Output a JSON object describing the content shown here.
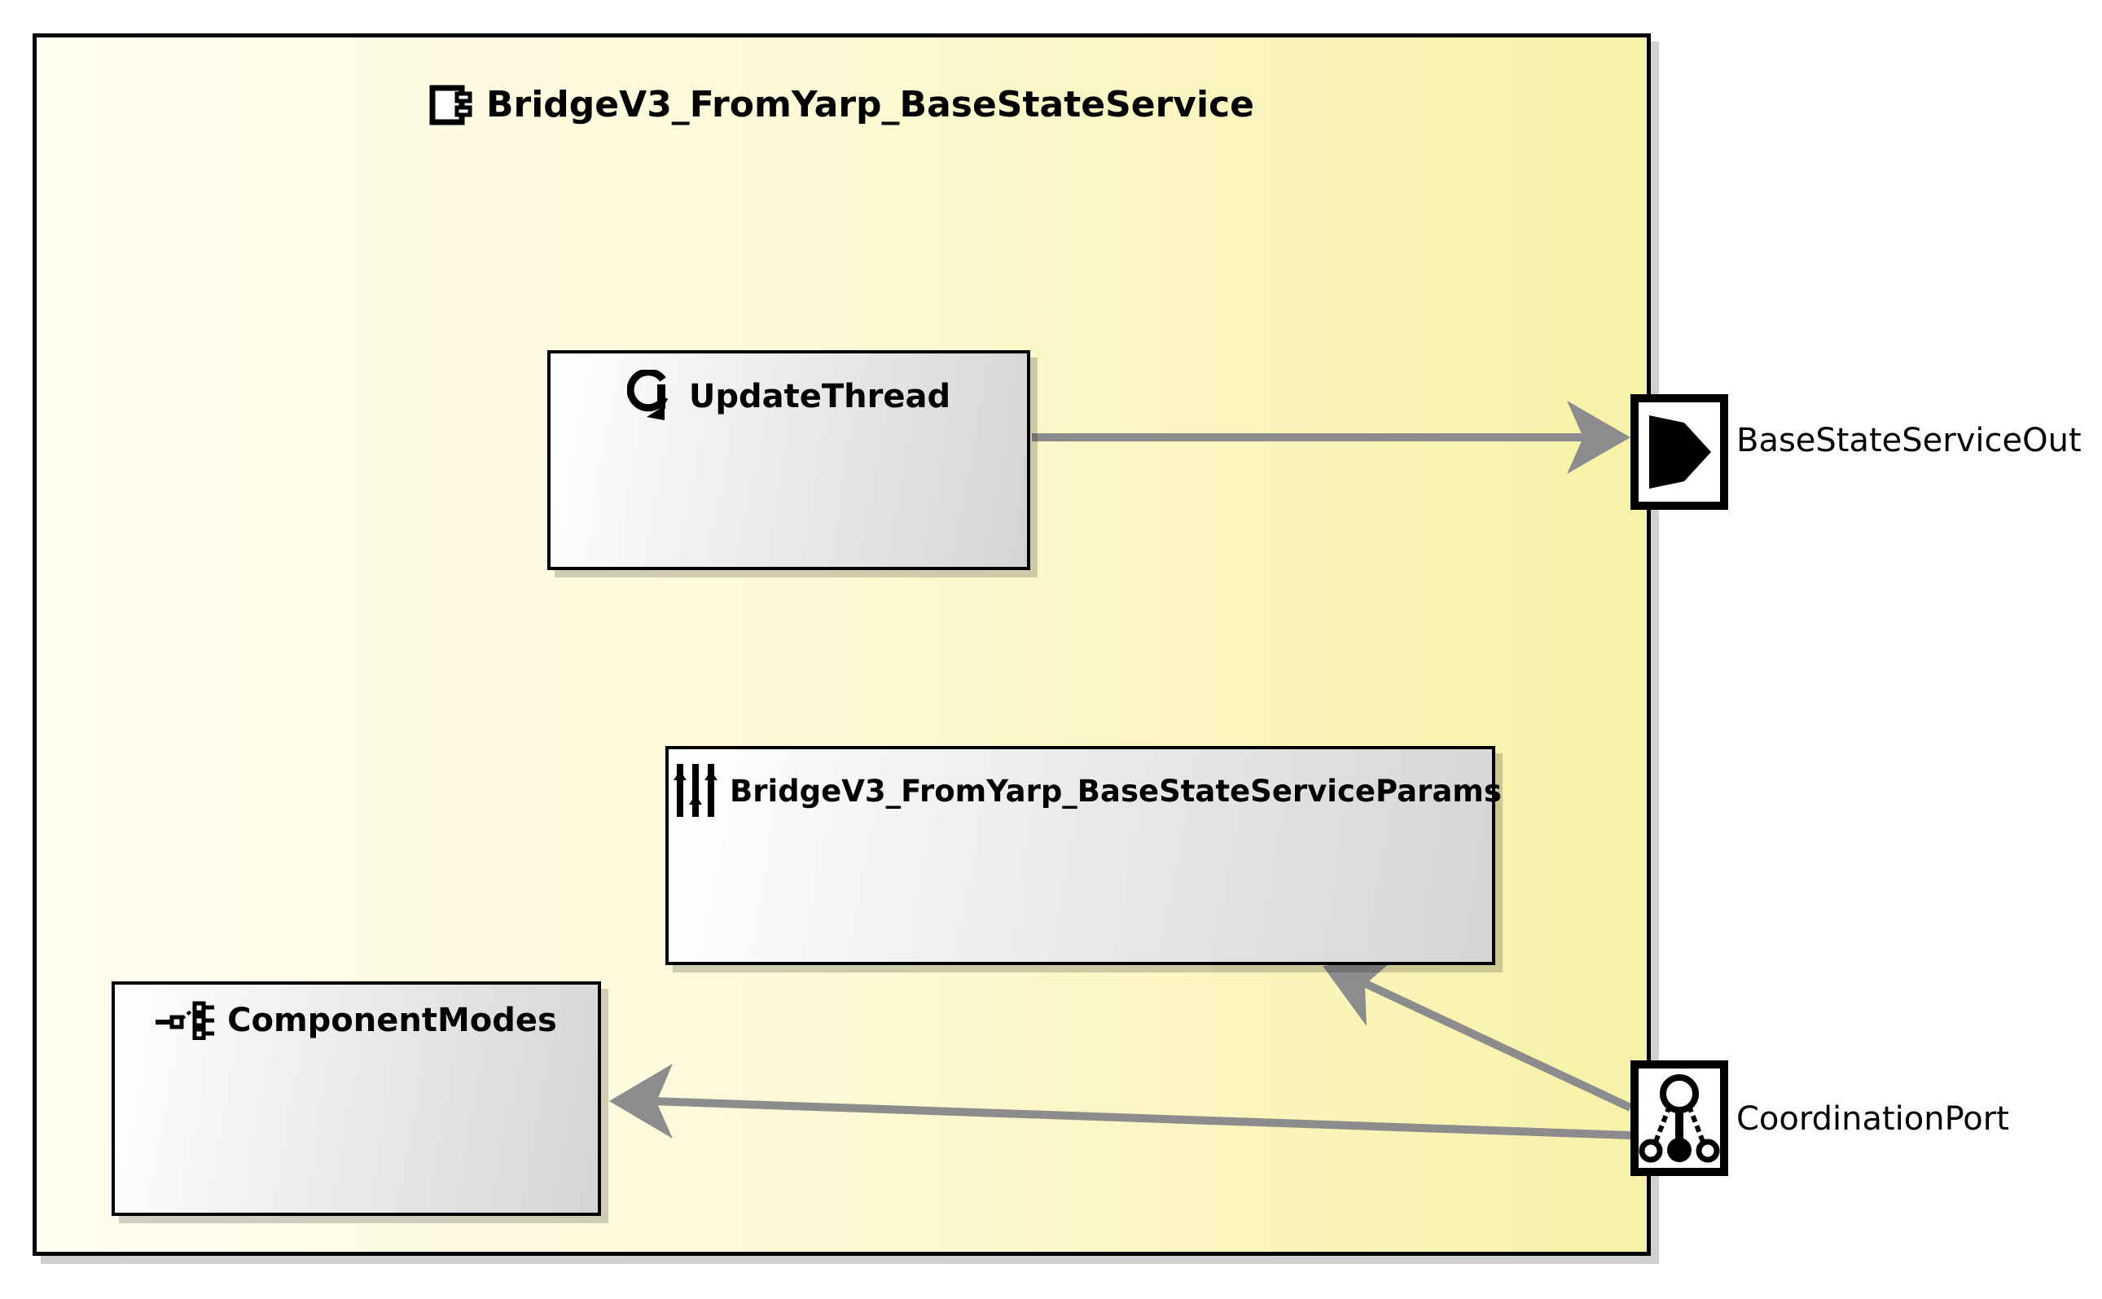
{
  "component": {
    "title": "BridgeV3_FromYarp_BaseStateService",
    "title_icon": "component-icon"
  },
  "blocks": {
    "update_thread": {
      "label": "UpdateThread",
      "icon": "update-loop-icon"
    },
    "params": {
      "label": "BridgeV3_FromYarp_BaseStateServiceParams",
      "icon": "sliders-icon"
    },
    "component_modes": {
      "label": "ComponentModes",
      "icon": "modes-tree-icon"
    }
  },
  "ports": {
    "base_state_service_out": {
      "label": "BaseStateServiceOut",
      "kind": "output"
    },
    "coordination_port": {
      "label": "CoordinationPort",
      "kind": "coordination"
    }
  },
  "connections": [
    {
      "from": "UpdateThread",
      "to": "BaseStateServiceOut",
      "style": "gray-arrow"
    },
    {
      "from": "CoordinationPort",
      "to": "BridgeV3_FromYarp_BaseStateServiceParams",
      "style": "gray-arrow"
    },
    {
      "from": "CoordinationPort",
      "to": "ComponentModes",
      "style": "gray-arrow"
    }
  ],
  "colors": {
    "component_fill_left": "#fffdf0",
    "component_fill_right": "#f8f1a8",
    "block_fill_left": "#ffffff",
    "block_fill_right": "#d5d5d5",
    "connector_gray": "#8c8c8c",
    "border_black": "#000000"
  }
}
